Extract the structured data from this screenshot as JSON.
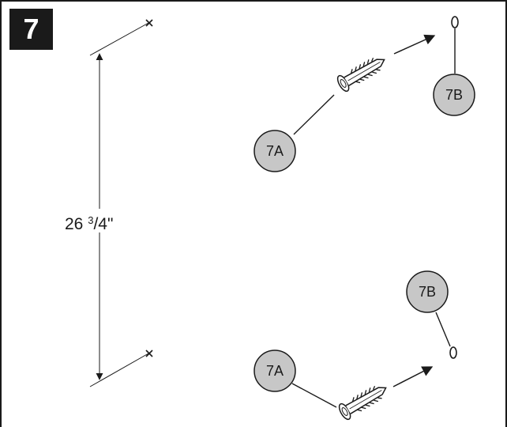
{
  "step": {
    "number": "7"
  },
  "dimension": {
    "whole": "26 ",
    "numerator": "3",
    "rest": "/4\""
  },
  "callouts": {
    "anchor_top": "7A",
    "screw_top": "7B",
    "anchor_bottom": "7A",
    "screw_bottom": "7B"
  },
  "icons": {
    "anchor": "wall-anchor-icon",
    "screw": "screw-hole-icon",
    "mark": "drill-mark-icon"
  },
  "colors": {
    "callout_fill": "#c7c7c7",
    "line": "#1a1a1a"
  }
}
